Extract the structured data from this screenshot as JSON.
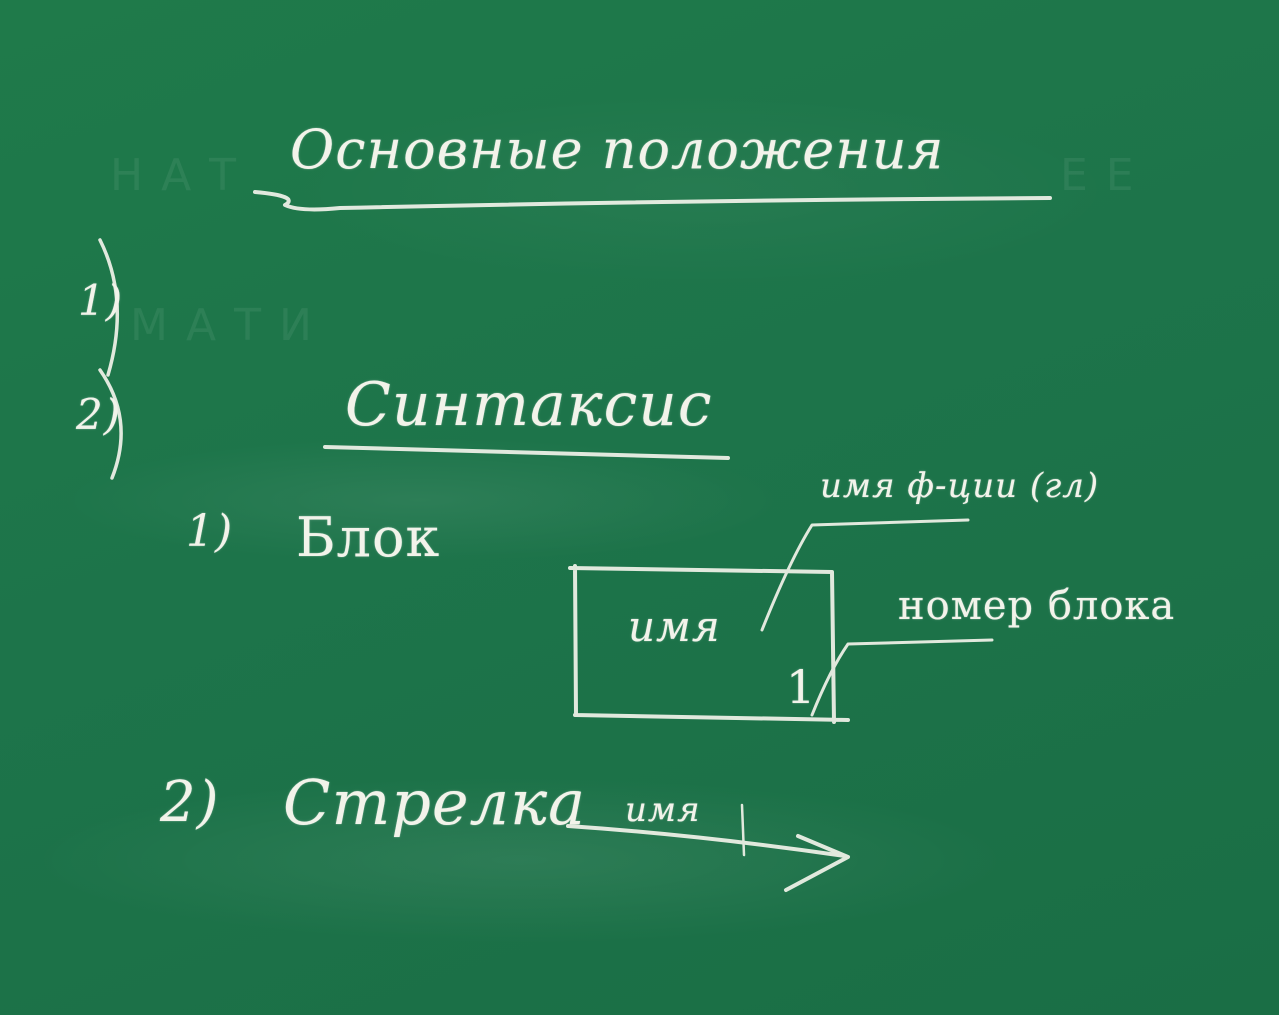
{
  "board": {
    "title": "Основные положения",
    "items": [
      {
        "number": "1)"
      },
      {
        "number": "2)"
      }
    ],
    "section_title": "Синтаксис",
    "subitems": [
      {
        "number": "1)",
        "label": "Блок"
      },
      {
        "number": "2)",
        "label": "Стрелка"
      }
    ],
    "block_diagram": {
      "inner_text": "имя",
      "corner_number": "1",
      "callout_name": "имя ф-ции (гл)",
      "callout_number": "номер блока"
    },
    "arrow_label": "имя"
  },
  "colors": {
    "board": "#1d744a",
    "chalk": "#f2f3ea"
  }
}
